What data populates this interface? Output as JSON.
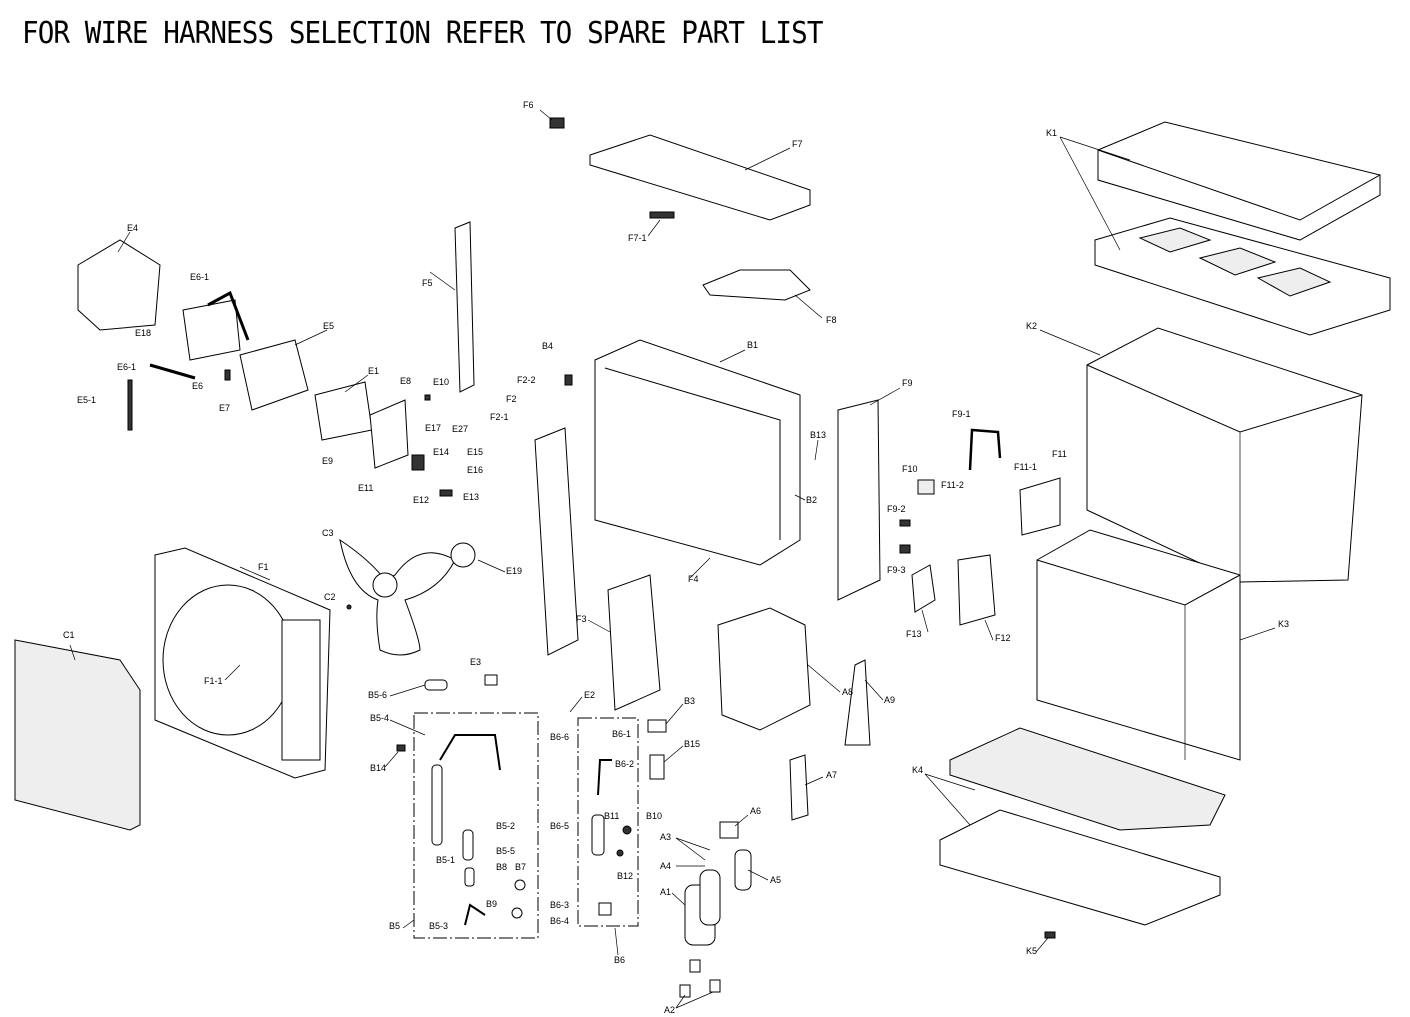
{
  "title": "FOR WIRE HARNESS SELECTION REFER TO SPARE PART LIST",
  "labels": [
    "F6",
    "F7",
    "F7-1",
    "F8",
    "K1",
    "K2",
    "K3",
    "K4",
    "K5",
    "E4",
    "E6-1",
    "E18",
    "E6-1",
    "E6",
    "E7",
    "E5",
    "E5-1",
    "E1",
    "E8",
    "E10",
    "E17",
    "E27",
    "E14",
    "E15",
    "E16",
    "E13",
    "E12",
    "E11",
    "E9",
    "F5",
    "B4",
    "F2-2",
    "F2",
    "F2-1",
    "B1",
    "B13",
    "B2",
    "F9",
    "F9-1",
    "F11-1",
    "F11",
    "F11-2",
    "F10",
    "F9-2",
    "F9-3",
    "F13",
    "F12",
    "C3",
    "C2",
    "F1",
    "F1-1",
    "C1",
    "F4",
    "E19",
    "F3",
    "A8",
    "A9",
    "E3",
    "B5-6",
    "B5-4",
    "B14",
    "E2",
    "B3",
    "B6-6",
    "B6-1",
    "B6-2",
    "B15",
    "A7",
    "B10",
    "B11",
    "A6",
    "A3",
    "A4",
    "A5",
    "A1",
    "B6-5",
    "B12",
    "B5-2",
    "B5-1",
    "B5-5",
    "B8",
    "B7",
    "B9",
    "B5-3",
    "B5",
    "B6-3",
    "B6-4",
    "B6",
    "A2"
  ]
}
